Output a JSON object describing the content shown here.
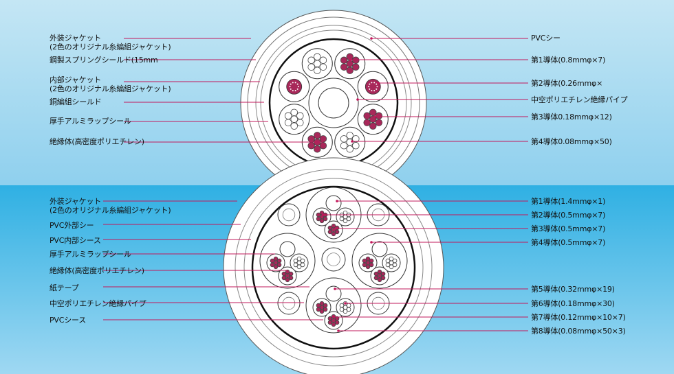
{
  "colors": {
    "bg_top": "#bfe4f3",
    "bg_bottom": "#36b3e4",
    "leader": "#c2185b",
    "conductor_strand": "#a8285a"
  },
  "top_cable": {
    "left_labels": [
      {
        "line1": "外装ジャケット",
        "line2": "(2色のオリジナル糸編組ジャケット)"
      },
      {
        "line1": "鋼製スプリングシールド(15mm",
        "line2": ""
      },
      {
        "line1": "内部ジャケット",
        "line2": "(2色のオリジナル糸編組ジャケット)"
      },
      {
        "line1": "銅編組シールド",
        "line2": ""
      },
      {
        "line1": "厚手アルミラップシール",
        "line2": ""
      },
      {
        "line1": "絶縁体(高密度ポリエチレン)",
        "line2": ""
      }
    ],
    "right_labels": [
      "PVCシー",
      "第1導体(0.8mmφ×7)",
      "第2導体(0.26mmφ×",
      "中空ポリエチレン絶縁パイプ",
      "第3導体0.18mmφ×12)",
      "第4導体0.08mmφ×50)"
    ]
  },
  "bottom_cable": {
    "left_labels": [
      {
        "line1": "外装ジャケット",
        "line2": "(2色のオリジナル糸編組ジャケット)"
      },
      {
        "line1": "PVC外部シー",
        "line2": ""
      },
      {
        "line1": "PVC内部シース",
        "line2": ""
      },
      {
        "line1": "厚手アルミラップシール",
        "line2": ""
      },
      {
        "line1": "絶縁体(高密度ポリエチレン)",
        "line2": ""
      },
      {
        "line1": "紙テープ",
        "line2": ""
      },
      {
        "line1": "中空ポリエチレン絶縁パイプ",
        "line2": ""
      },
      {
        "line1": "PVCシース",
        "line2": ""
      }
    ],
    "right_labels": [
      "第1導体(1.4mmφ×1)",
      "第2導体(0.5mmφ×7)",
      "第3導体(0.5mmφ×7)",
      "第4導体(0.5mmφ×7)",
      "第5導体(0.32mmφ×19)",
      "第6導体(0.18mmφ×30)",
      "第7導体(0.12mmφ×10×7)",
      "第8導体(0.08mmφ×50×3)"
    ]
  }
}
